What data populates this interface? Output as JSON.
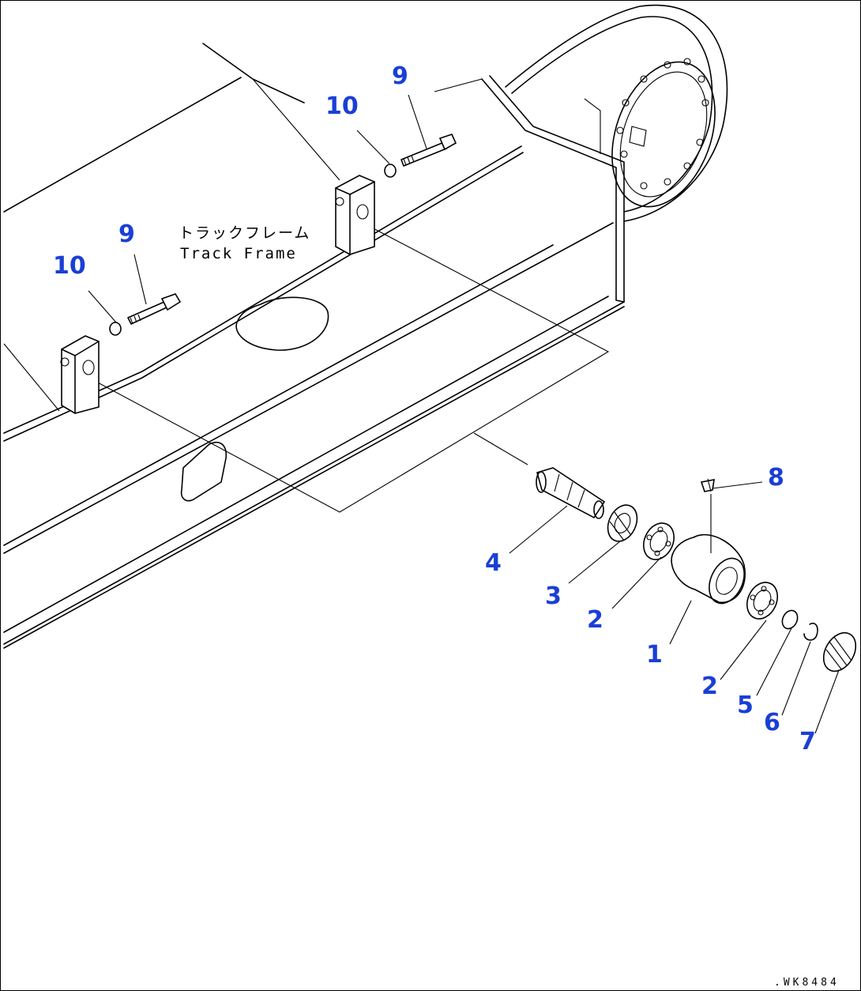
{
  "frame_label": {
    "japanese": "トラックフレーム",
    "english": "Track Frame"
  },
  "drawing_code": ".WK8484",
  "part_callouts": [
    {
      "id": "callout-1",
      "number": "1"
    },
    {
      "id": "callout-2a",
      "number": "2"
    },
    {
      "id": "callout-2b",
      "number": "2"
    },
    {
      "id": "callout-3",
      "number": "3"
    },
    {
      "id": "callout-4",
      "number": "4"
    },
    {
      "id": "callout-5",
      "number": "5"
    },
    {
      "id": "callout-6",
      "number": "6"
    },
    {
      "id": "callout-7",
      "number": "7"
    },
    {
      "id": "callout-8",
      "number": "8"
    },
    {
      "id": "callout-9a",
      "number": "9"
    },
    {
      "id": "callout-9b",
      "number": "9"
    },
    {
      "id": "callout-10a",
      "number": "10"
    },
    {
      "id": "callout-10b",
      "number": "10"
    }
  ],
  "colors": {
    "callout": "#1a3fd6",
    "line": "#000000",
    "background": "#ffffff"
  }
}
